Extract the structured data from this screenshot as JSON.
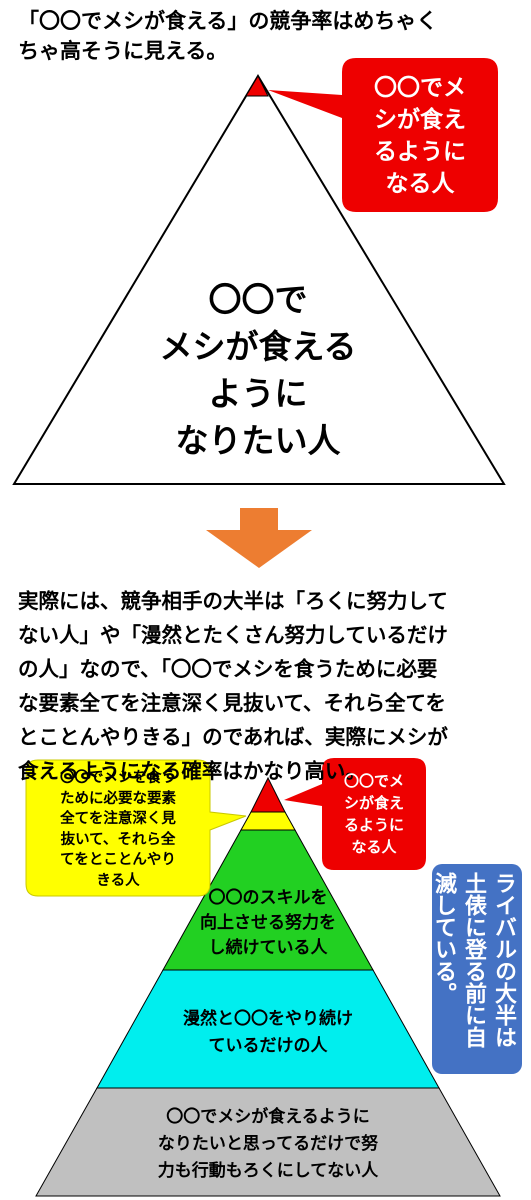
{
  "header": {
    "title_line1": "「〇〇でメシが食える」の競争率はめちゃく",
    "title_line2": "ちゃ高そうに見える。"
  },
  "top_pyramid": {
    "center_line1": "〇〇で",
    "center_line2": "メシが食える",
    "center_line3": "ように",
    "center_line4": "なりたい人",
    "callout_line1": "〇〇でメ",
    "callout_line2": "シが食え",
    "callout_line3": "るように",
    "callout_line4": "なる人"
  },
  "explanation": {
    "line1": "実際には、競争相手の大半は「ろくに努力して",
    "line2": "ない人」や「漫然とたくさん努力しているだけ",
    "line3": "の人」なので、「〇〇でメシを食うために必要",
    "line4": "な要素全てを注意深く見抜いて、それら全てを",
    "line5": "とことんやりきる」のであれば、実際にメシが",
    "line6": "食えるようになる確率はかなり高い。"
  },
  "bottom_pyramid": {
    "yellow_callout": [
      "〇〇でメシを食う",
      "ために必要な要素",
      "全てを注意深く見",
      "抜いて、それら全",
      "てをとことんやり",
      "きる人"
    ],
    "red_callout": [
      "〇〇でメ",
      "シが食え",
      "るように",
      "なる人"
    ],
    "green_tier": [
      "〇〇のスキルを",
      "向上させる努力を",
      "し続けている人"
    ],
    "cyan_tier": [
      "漫然と〇〇をやり続け",
      "ているだけの人"
    ],
    "gray_tier": [
      "〇〇でメシが食えるように",
      "なりたいと思ってるだけで努",
      "力も行動もろくにしてない人"
    ],
    "blue_note_col1": "ライバルの大半は",
    "blue_note_col2": "土俵に登る前に自",
    "blue_note_col3": "滅している。"
  },
  "colors": {
    "red": "#ee0000",
    "yellow": "#ffff00",
    "green": "#22d022",
    "cyan": "#00eeee",
    "gray": "#c0c0c0",
    "blue": "#4472c4",
    "orange": "#ed7d31"
  }
}
